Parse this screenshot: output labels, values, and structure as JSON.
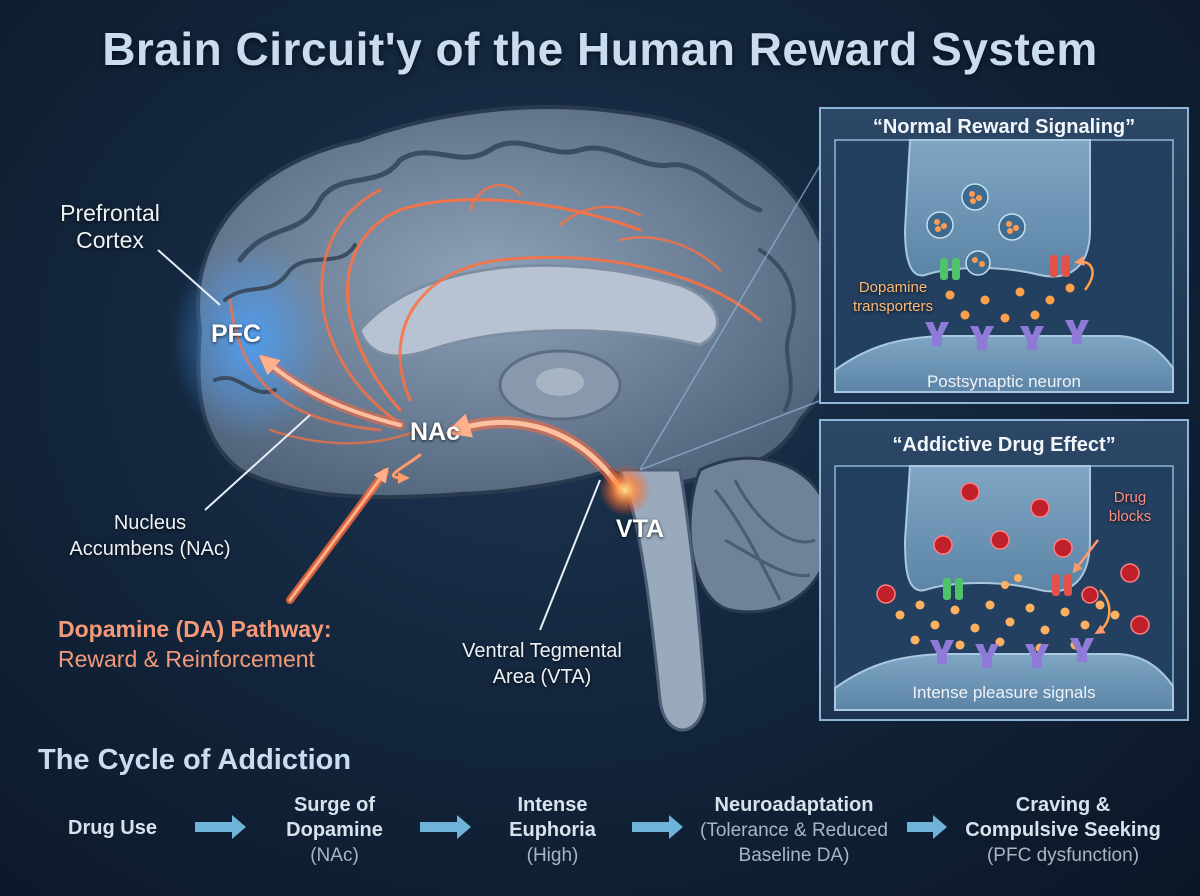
{
  "title": "Brain Circuit'y of the Human Reward System",
  "labels": {
    "prefrontal_cortex": "Prefrontal Cortex",
    "pfc": "PFC",
    "nac": "NAc",
    "vta": "VTA",
    "nucleus_accumbens": "Nucleus Accumbens (NAc)",
    "ventral_tegmental": "Ventral Tegmental Area (VTA)"
  },
  "pathway": {
    "heading": "Dopamine (DA) Pathway:",
    "subheading": "Reward & Reinforcement"
  },
  "panels": {
    "normal": {
      "title": "“Normal Reward Signaling”",
      "callout": "Dopamine transporters",
      "footer": "Postsynaptic neuron"
    },
    "addictive": {
      "title": "“Addictive Drug Effect”",
      "callout": "Drug blocks",
      "footer": "Intense pleasure signals"
    }
  },
  "cycle": {
    "title": "The Cycle of Addiction",
    "steps": [
      {
        "main": "Drug Use",
        "sub": ""
      },
      {
        "main": "Surge of Dopamine",
        "sub": "(NAc)"
      },
      {
        "main": "Intense Euphoria",
        "sub": "(High)"
      },
      {
        "main": "Neuroadaptation",
        "sub": "(Tolerance & Reduced Baseline DA)"
      },
      {
        "main": "Craving & Compulsive Seeking",
        "sub": "(PFC dysfunction)"
      }
    ]
  },
  "colors": {
    "pathway": "#ff7a50",
    "accent_blue": "#c9dcf0",
    "panel_border": "#8fb6d6"
  }
}
